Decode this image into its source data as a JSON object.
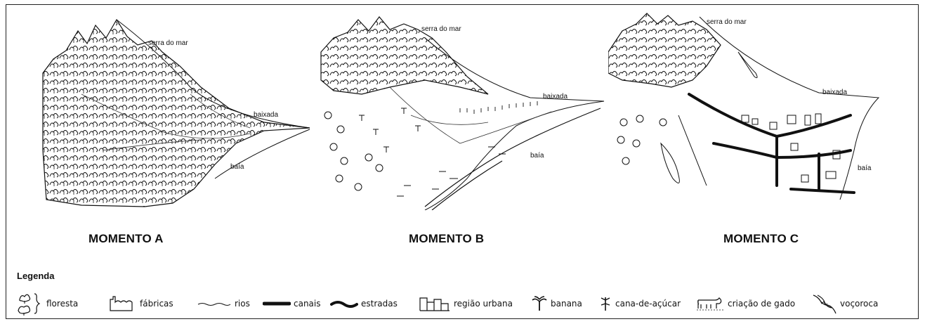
{
  "moments": [
    {
      "caption": "MOMENTO A",
      "labels": {
        "mountain": "serra do mar",
        "lowland": "baixada",
        "bay": "baía"
      }
    },
    {
      "caption": "MOMENTO B",
      "labels": {
        "mountain": "serra do mar",
        "lowland": "baixada",
        "bay": "baía"
      }
    },
    {
      "caption": "MOMENTO C",
      "labels": {
        "mountain": "serra do mar",
        "lowland": "baixada",
        "bay": "baía"
      }
    }
  ],
  "legend": {
    "title": "Legenda",
    "items": [
      {
        "icon": "tree-icon",
        "label": "floresta"
      },
      {
        "icon": "factory-icon",
        "label": "fábricas"
      },
      {
        "icon": "river-icon",
        "label": "rios"
      },
      {
        "icon": "canal-icon",
        "label": "canais"
      },
      {
        "icon": "road-icon",
        "label": "estradas"
      },
      {
        "icon": "urban-icon",
        "label": "região urbana"
      },
      {
        "icon": "banana-icon",
        "label": "banana"
      },
      {
        "icon": "sugarcane-icon",
        "label": "cana-de-açúcar"
      },
      {
        "icon": "cattle-icon",
        "label": "criação de gado"
      },
      {
        "icon": "gully-icon",
        "label": "voçoroca"
      }
    ]
  }
}
